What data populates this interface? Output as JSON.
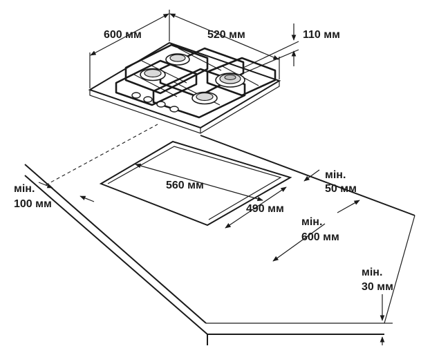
{
  "hob": {
    "width_label": "600 мм",
    "depth_label": "520 мм",
    "height_label": "110 мм"
  },
  "cutout": {
    "width_label": "560 мм",
    "depth_label": "490 мм"
  },
  "clearances": {
    "side_min_prefix": "мін.",
    "side_min_value": "50 мм",
    "back_min_prefix": "мін.",
    "back_min_value": "100 мм",
    "cabinet_min_prefix": "мін.",
    "cabinet_min_value": "600 мм",
    "front_min_prefix": "мін.",
    "front_min_value": "30 мм"
  }
}
